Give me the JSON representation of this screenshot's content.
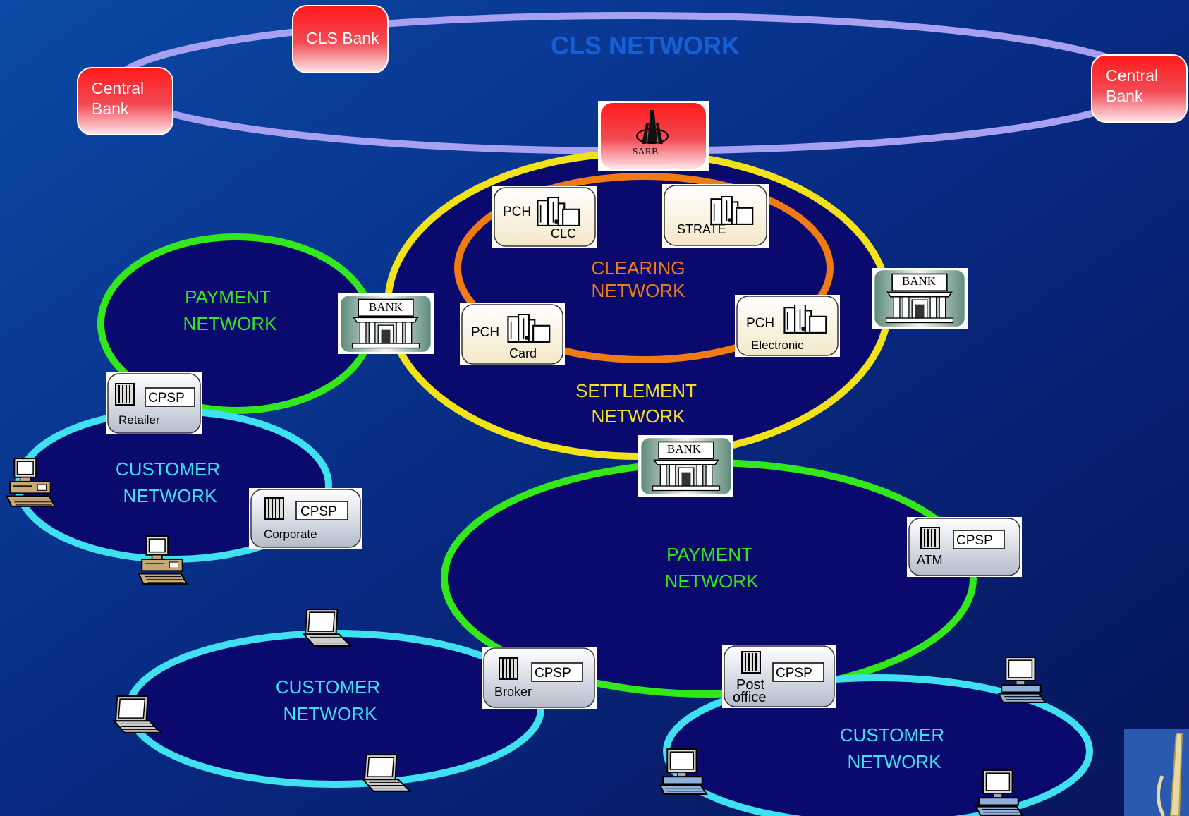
{
  "cls": {
    "title": "CLS NETWORK",
    "cls_bank": "CLS Bank",
    "central_bank_left": [
      "Central",
      "Bank"
    ],
    "central_bank_right": [
      "Central",
      "Bank"
    ]
  },
  "sarb": {
    "label": "SARB"
  },
  "clearing": {
    "title": [
      "CLEARING",
      "NETWORK"
    ]
  },
  "settlement": {
    "title": [
      "SETTLEMENT",
      "NETWORK"
    ]
  },
  "payment": {
    "left": [
      "PAYMENT",
      "NETWORK"
    ],
    "right": [
      "PAYMENT",
      "NETWORK"
    ]
  },
  "customer": {
    "left": [
      "CUSTOMER",
      "NETWORK"
    ],
    "bottom_left": [
      "CUSTOMER",
      "NETWORK"
    ],
    "bottom_right": [
      "CUSTOMER",
      "NETWORK"
    ]
  },
  "pch": {
    "prefix": "PCH",
    "clc": "CLC",
    "strate": "STRATE",
    "card": "Card",
    "electronic": "Electronic"
  },
  "bank": {
    "label": "BANK"
  },
  "cpsp": {
    "label": "CPSP",
    "retailer": "Retailer",
    "corporate": "Corporate",
    "atm": "ATM",
    "broker": "Broker",
    "post_office": [
      "Post",
      "office"
    ]
  },
  "colors": {
    "background_top": "#0a2a8a",
    "background_bottom": "#050a3a",
    "network_fill": "#0a0a6e",
    "cls_ring": "#a8a0f0",
    "settlement_ring": "#f2e21a",
    "clearing_ring": "#f07a14",
    "payment_ring": "#33e81a",
    "customer_ring": "#3fe0ef",
    "cls_title": "#1560d8",
    "node_red": "#e8141e"
  }
}
